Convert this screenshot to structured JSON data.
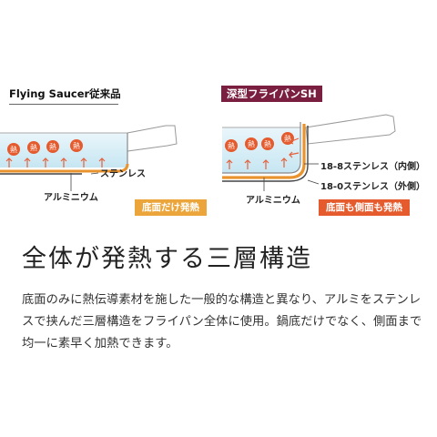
{
  "left": {
    "title": "Flying Saucer従来品",
    "heat_label": "熱",
    "labels": {
      "stainless": "ステンレス",
      "aluminium": "アルミニウム"
    },
    "badge": "底面だけ発熱",
    "badge_color": "#eba53b"
  },
  "right": {
    "title": "深型フライパンSH",
    "heat_label": "熱",
    "labels": {
      "inner": "18-8ステンレス（内側）",
      "aluminium": "アルミニウム",
      "outer": "18-0ステンレス（外側）"
    },
    "badge": "底面も側面も発熱",
    "badge_color": "#e55b2d",
    "title_color": "#7a1f3f"
  },
  "headline": "全体が発熱する三層構造",
  "body": "底面のみに熱伝導素材を施した一般的な構造と異なり、アルミをステンレスで挟んだ三層構造をフライパン全体に使用。鍋底だけでなく、側面まで均一に素早く加熱できます。"
}
